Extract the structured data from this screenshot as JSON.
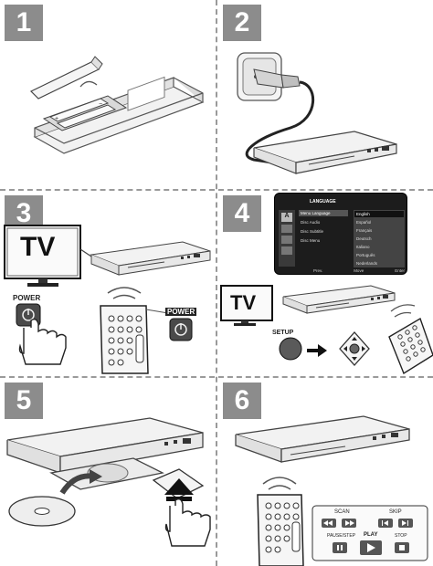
{
  "steps": [
    {
      "number": "1"
    },
    {
      "number": "2"
    },
    {
      "number": "3",
      "tv_label": "TV",
      "power_label": "POWER",
      "remote_power_label": "POWER"
    },
    {
      "number": "4",
      "tv_label": "TV",
      "setup_label": "SETUP",
      "menu": {
        "title": "LANGUAGE",
        "items": [
          "Menu Language",
          "Disc Audio",
          "Disc Subtitle",
          "Disc Menu"
        ],
        "options": [
          "English",
          "Español",
          "Français",
          "Deutsch",
          "Italiano",
          "Português",
          "Nederlands"
        ],
        "footer": [
          "Prev.",
          "Move",
          "Enter"
        ]
      }
    },
    {
      "number": "5"
    },
    {
      "number": "6",
      "scan_label": "SCAN",
      "skip_label": "SKIP",
      "pause_label": "PAUSE/STEP",
      "play_label": "PLAY",
      "stop_label": "STOP"
    }
  ]
}
